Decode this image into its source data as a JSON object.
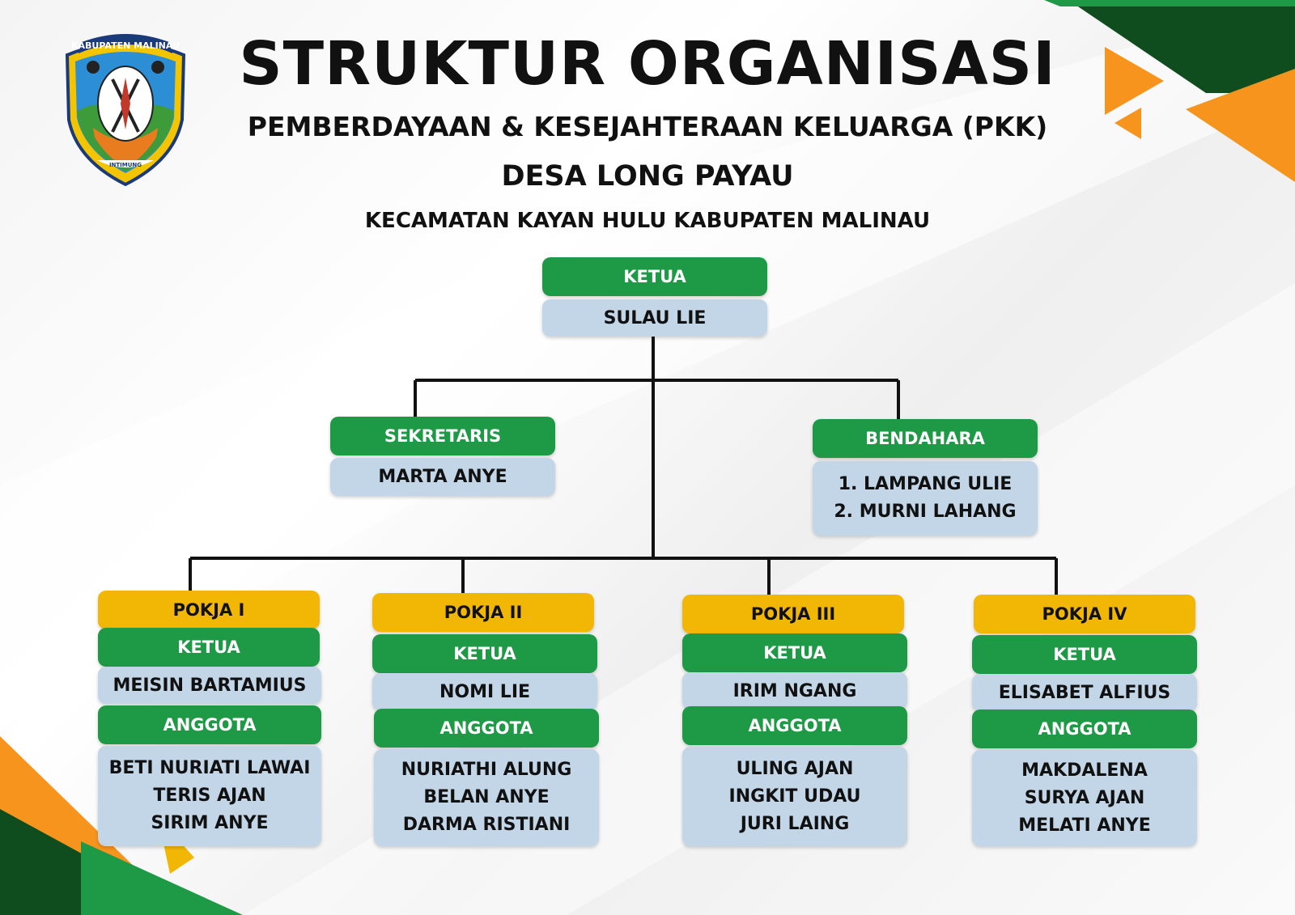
{
  "header": {
    "title": "STRUKTUR ORGANISASI",
    "subtitle": "PEMBERDAYAAN & KESEJAHTERAAN KELUARGA (PKK)",
    "village": "DESA LONG PAYAU",
    "district": "KECAMATAN KAYAN HULU KABUPATEN MALINAU"
  },
  "logo": {
    "ribbon_text": "KABUPATEN MALINAU",
    "motto": "INTIMUNG",
    "icon": "regency-crest-emblem"
  },
  "ketua": {
    "label": "KETUA",
    "name": "SULAU LIE"
  },
  "sekretaris": {
    "label": "SEKRETARIS",
    "name": "MARTA ANYE"
  },
  "bendahara": {
    "label": "BENDAHARA",
    "members": [
      "1. LAMPANG ULIE",
      "2. MURNI LAHANG"
    ]
  },
  "pokja": [
    {
      "title": "POKJA I",
      "ketua_label": "KETUA",
      "ketua": "MEISIN BARTAMIUS",
      "anggota_label": "ANGGOTA",
      "anggota": [
        "BETI NURIATI LAWAI",
        "TERIS AJAN",
        "SIRIM ANYE"
      ]
    },
    {
      "title": "POKJA II",
      "ketua_label": "KETUA",
      "ketua": "NOMI LIE",
      "anggota_label": "ANGGOTA",
      "anggota": [
        "NURIATHI ALUNG",
        "BELAN ANYE",
        "DARMA RISTIANI"
      ]
    },
    {
      "title": "POKJA III",
      "ketua_label": "KETUA",
      "ketua": "IRIM NGANG",
      "anggota_label": "ANGGOTA",
      "anggota": [
        "ULING AJAN",
        "INGKIT UDAU",
        "JURI LAING"
      ]
    },
    {
      "title": "POKJA IV",
      "ketua_label": "KETUA",
      "ketua": "ELISABET ALFIUS",
      "anggota_label": "ANGGOTA",
      "anggota": [
        "MAKDALENA",
        "SURYA AJAN",
        "MELATI ANYE"
      ]
    }
  ],
  "colors": {
    "header_green": "#1e9a46",
    "name_blue": "#c3d6e7",
    "pokja_yellow": "#f2b705",
    "accent_orange": "#f7941d",
    "accent_dark_green": "#0f4d1e"
  }
}
